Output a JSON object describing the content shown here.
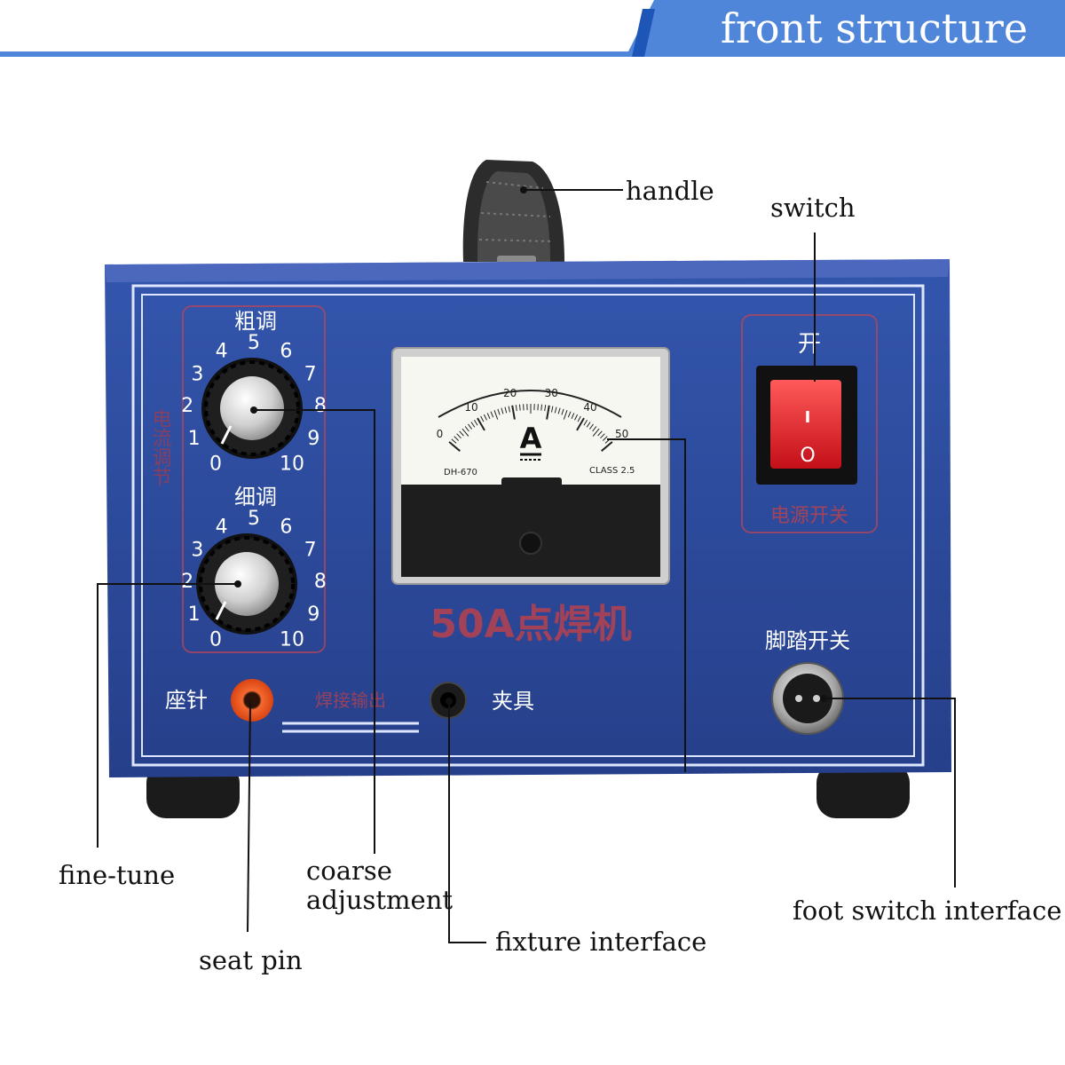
{
  "header": {
    "title": "front structure"
  },
  "labels": {
    "handle": "handle",
    "switch": "switch",
    "fine_tune": "fine-tune",
    "coarse_line1": "coarse",
    "coarse_line2": "adjustment",
    "seat_pin": "seat pin",
    "fixture_interface": "fixture interface",
    "foot_switch_interface": "foot switch interface"
  },
  "panel": {
    "coarse_title": "粗调",
    "fine_title": "细调",
    "side_text": "电流调节",
    "dial_numbers": [
      "0",
      "1",
      "2",
      "3",
      "4",
      "5",
      "6",
      "7",
      "8",
      "9",
      "10"
    ],
    "meter_scale": [
      "0",
      "10",
      "20",
      "30",
      "40",
      "50"
    ],
    "meter_unit": "A",
    "meter_model": "DH-670",
    "meter_class": "CLASS 2.5",
    "product_name": "50A点焊机",
    "switch_on": "开",
    "switch_mark_on": "I",
    "switch_mark_off": "O",
    "switch_caption": "电源开关",
    "foot_switch_title": "脚踏开关",
    "seat_pin_text": "座针",
    "fixture_text": "夹具",
    "output_text": "焊接输出"
  },
  "colors": {
    "header": "#4f86d9",
    "panel": "#2b4a9b",
    "switch": "#e8202a",
    "pin": "#f05a28"
  }
}
